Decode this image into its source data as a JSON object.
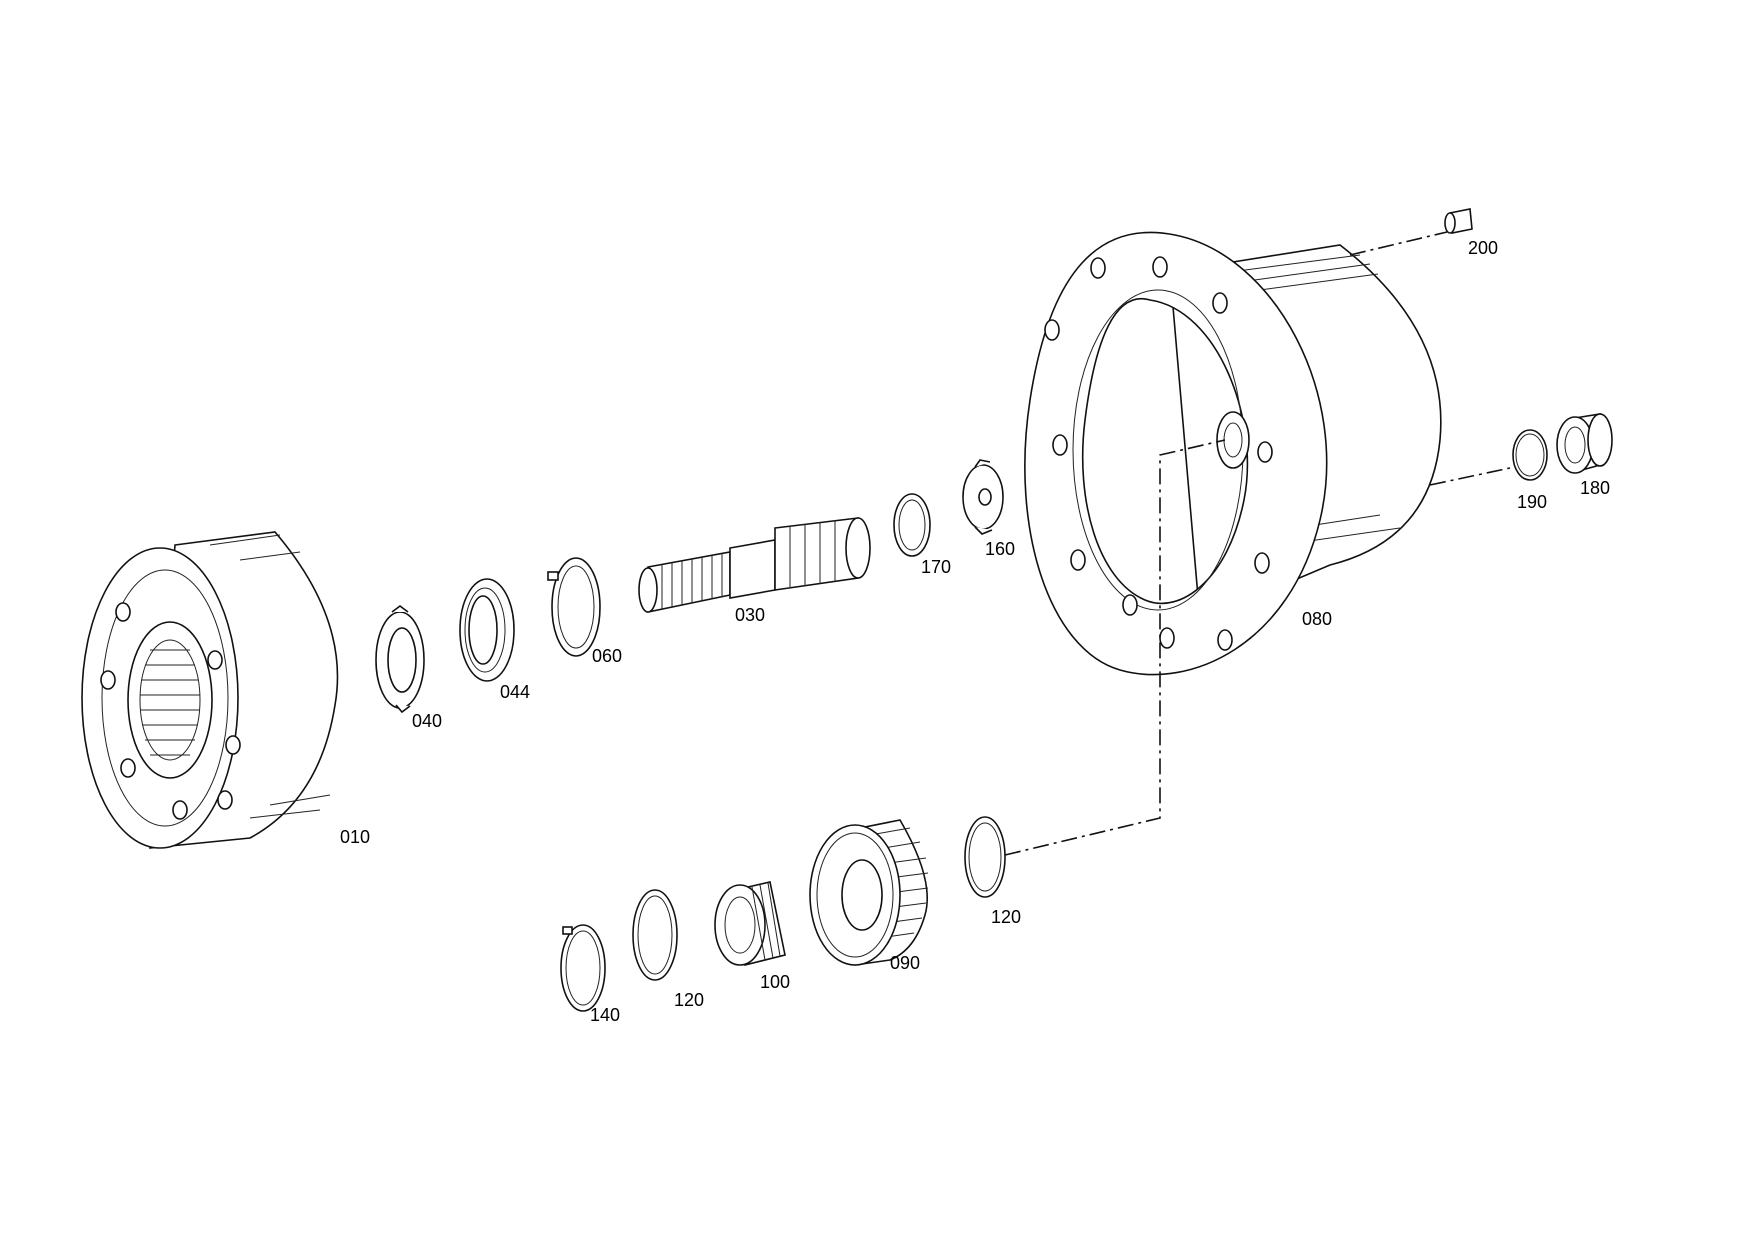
{
  "labels": {
    "p010": "010",
    "p030": "030",
    "p040": "040",
    "p044": "044",
    "p060": "060",
    "p080": "080",
    "p090": "090",
    "p100": "100",
    "p120a": "120",
    "p120b": "120",
    "p140": "140",
    "p160": "160",
    "p170": "170",
    "p180": "180",
    "p190": "190",
    "p200": "200"
  }
}
